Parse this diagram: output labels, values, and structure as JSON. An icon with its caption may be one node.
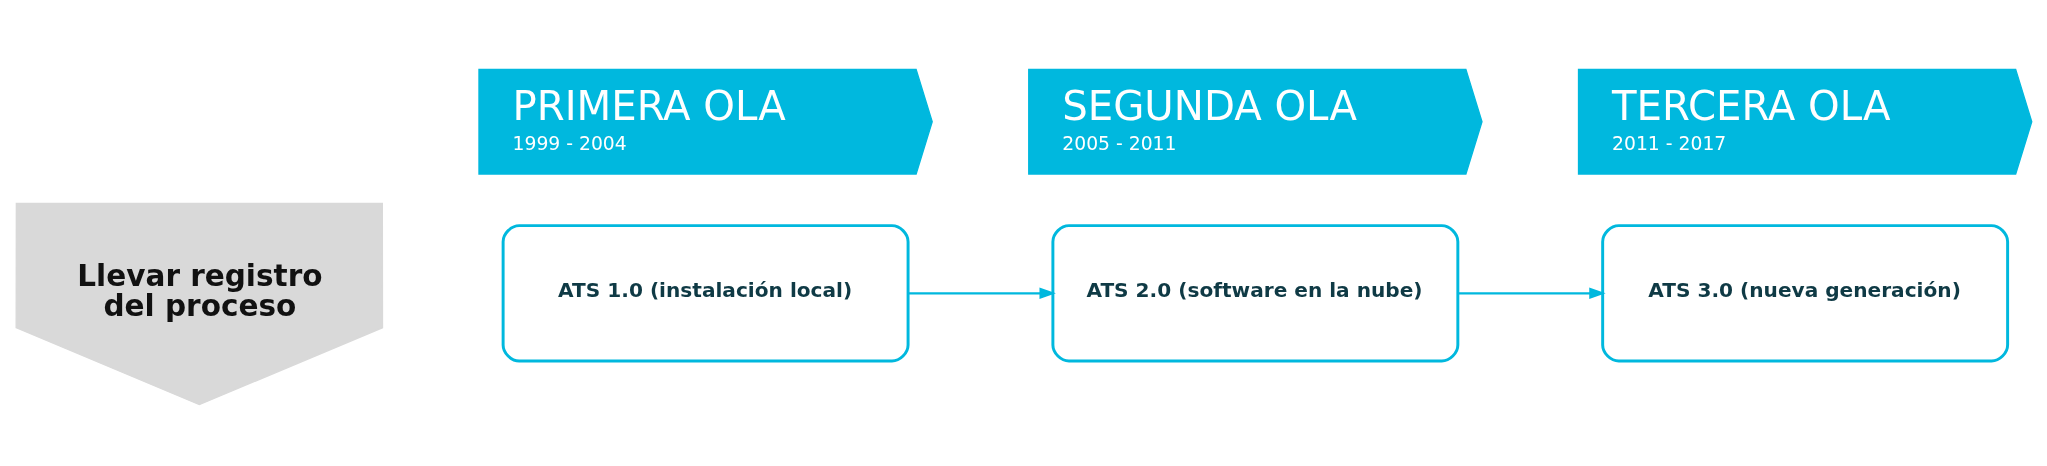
{
  "diagram": {
    "nodes": [
      {
        "text": [
          "PRIMERA OLA",
          "1999 - 2004"
        ]
      },
      {
        "text": [
          "SEGUNDA OLA",
          "2005 - 2011"
        ]
      },
      {
        "text": [
          "TERCERA OLA",
          "2011 - 2017"
        ]
      },
      {
        "text": [
          "Llevar registro del proceso"
        ]
      },
      {
        "text": [
          "ATS 1.0 (instalación local)"
        ]
      },
      {
        "text": [
          "ATS 2.0 (software en la nube)"
        ]
      },
      {
        "text": [
          "ATS 3.0 (nueva generación)"
        ]
      }
    ],
    "edges": [
      {
        "from": 4,
        "to": 5,
        "arrow": "to"
      },
      {
        "from": 5,
        "to": 6,
        "arrow": "to"
      }
    ]
  }
}
